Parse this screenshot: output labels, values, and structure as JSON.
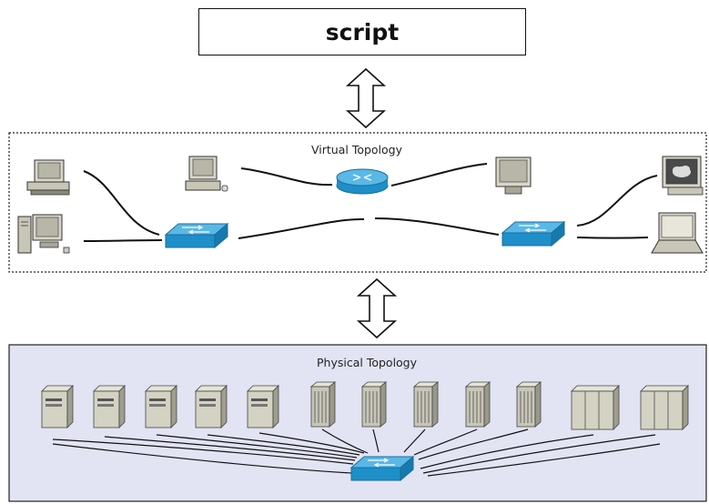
{
  "script_box": {
    "label": "script"
  },
  "virtual_topology": {
    "title": "Virtual Topology"
  },
  "physical_topology": {
    "title": "Physical Topology"
  }
}
